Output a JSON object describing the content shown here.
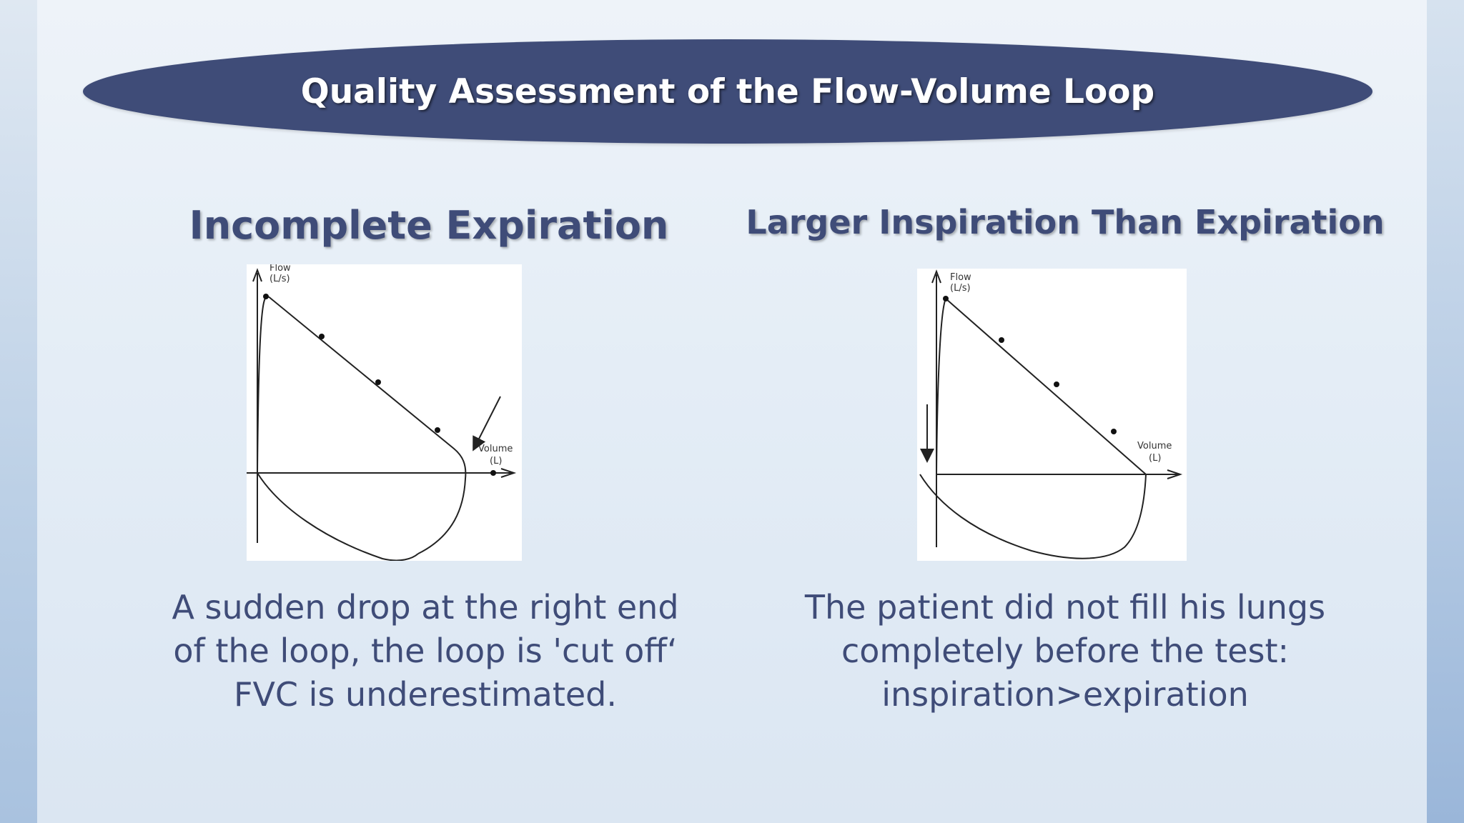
{
  "title": "Quality Assessment of the Flow-Volume Loop",
  "left": {
    "heading": "Incomplete Expiration",
    "figure": {
      "y_axis_label_line1": "Flow",
      "y_axis_label_line2": "(L/s)",
      "x_axis_label_line1": "Volume",
      "x_axis_label_line2": "(L)"
    },
    "caption_lines": [
      "A sudden drop at the right end",
      "of the loop, the loop is 'cut off‘",
      "FVC is underestimated."
    ]
  },
  "right": {
    "heading": "Larger Inspiration Than Expiration",
    "figure": {
      "y_axis_label_line1": "Flow",
      "y_axis_label_line2": "(L/s)",
      "x_axis_label_line1": "Volume",
      "x_axis_label_line2": "(L)"
    },
    "caption_lines": [
      "The patient did not fill his lungs",
      "completely before the test:",
      "inspiration>expiration"
    ]
  },
  "colors": {
    "banner": "#3f4c78",
    "text": "#3f4c78",
    "background": "#e4edf6"
  }
}
